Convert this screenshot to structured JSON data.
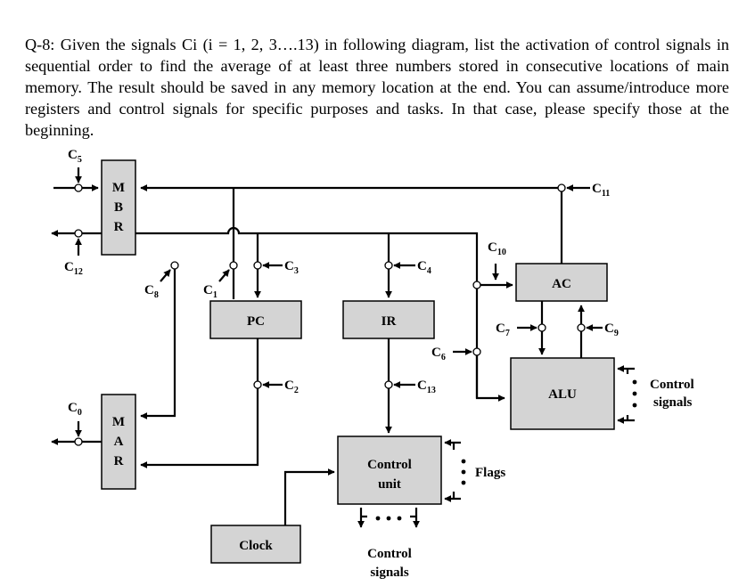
{
  "question_text": "Q-8: Given the signals Ci (i = 1, 2, 3….13) in following diagram, list the activation of control signals in sequential order to find the average of at least three numbers stored in consecutive locations of main memory. The result should be saved in any memory location at the end. You can assume/introduce more registers and control signals for specific purposes and tasks. In that case, please specify those at the beginning.",
  "diagram": {
    "registers": {
      "mbr": [
        "M",
        "B",
        "R"
      ],
      "mar": [
        "M",
        "A",
        "R"
      ],
      "pc": "PC",
      "ir": "IR",
      "ac": "AC",
      "alu": "ALU",
      "control_unit_line1": "Control",
      "control_unit_line2": "unit",
      "clock": "Clock"
    },
    "control_signals": {
      "c0": {
        "base": "C",
        "sub": "0"
      },
      "c1": {
        "base": "C",
        "sub": "1"
      },
      "c2": {
        "base": "C",
        "sub": "2"
      },
      "c3": {
        "base": "C",
        "sub": "3"
      },
      "c4": {
        "base": "C",
        "sub": "4"
      },
      "c5": {
        "base": "C",
        "sub": "5"
      },
      "c6": {
        "base": "C",
        "sub": "6"
      },
      "c7": {
        "base": "C",
        "sub": "7"
      },
      "c8": {
        "base": "C",
        "sub": "8"
      },
      "c9": {
        "base": "C",
        "sub": "9"
      },
      "c10": {
        "base": "C",
        "sub": "10"
      },
      "c11": {
        "base": "C",
        "sub": "11"
      },
      "c12": {
        "base": "C",
        "sub": "12"
      },
      "c13": {
        "base": "C",
        "sub": "13"
      }
    },
    "alu_control_line1": "Control",
    "alu_control_line2": "signals",
    "cu_control_line1": "Control",
    "cu_control_line2": "signals",
    "flags": "Flags",
    "colors": {
      "box_fill": "#d4d4d4",
      "line": "#000000"
    }
  }
}
